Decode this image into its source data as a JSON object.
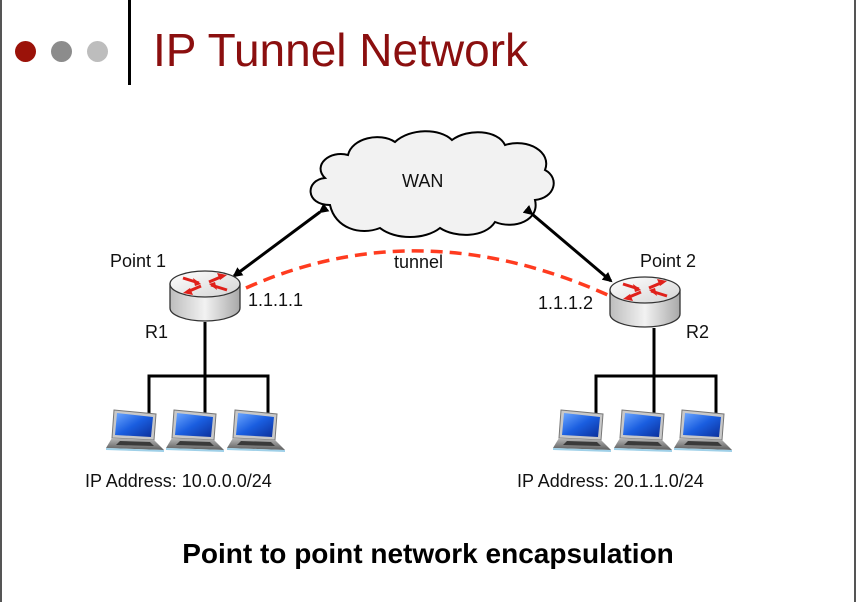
{
  "slide": {
    "title": "IP Tunnel Network",
    "bullet_dots": [
      {
        "name": "dot-1",
        "color": "#9b1209"
      },
      {
        "name": "dot-2",
        "color": "#8c8c8c"
      },
      {
        "name": "dot-3",
        "color": "#bdbdbd"
      }
    ],
    "caption": "Point to point network encapsulation"
  },
  "diagram": {
    "cloud_label": "WAN",
    "tunnel_label": "tunnel",
    "tunnel_color": "#ff3b1f",
    "left_site": {
      "point_label": "Point 1",
      "router_label": "R1",
      "router_ip": "1.1.1.1",
      "subnet_label": "IP Address: 10.0.0.0/24",
      "hosts": 3
    },
    "right_site": {
      "point_label": "Point 2",
      "router_label": "R2",
      "router_ip": "1.1.1.2",
      "subnet_label": "IP Address: 20.1.1.0/24",
      "hosts": 3
    }
  }
}
